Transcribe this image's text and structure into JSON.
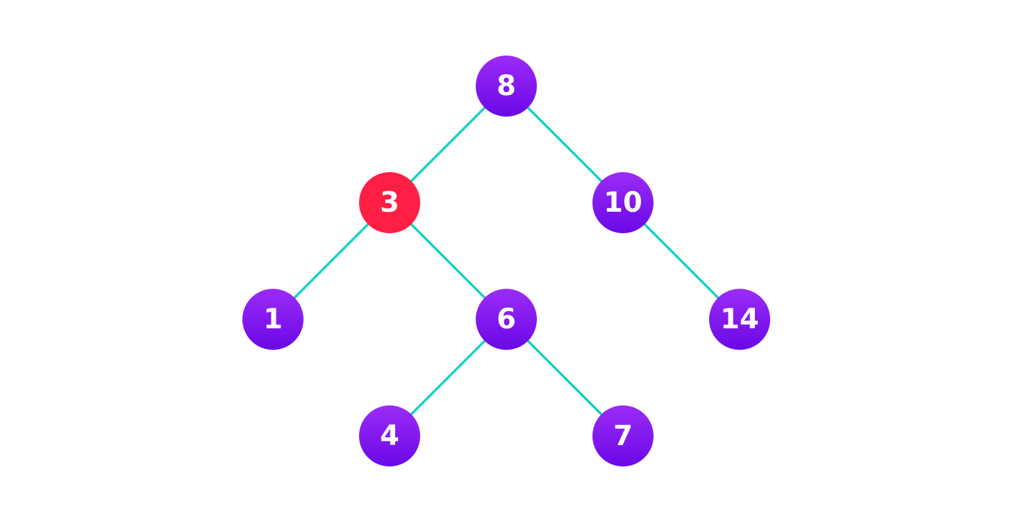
{
  "diagram": {
    "type": "binary-search-tree",
    "colors": {
      "node_default_top": "#9b2cf6",
      "node_default_bottom": "#6a08e6",
      "node_highlight": "#ff1f44",
      "edge": "#12d3c4",
      "label": "#ffffff",
      "background": "#ffffff"
    },
    "nodes": [
      {
        "id": "n8",
        "label": "8",
        "highlighted": false
      },
      {
        "id": "n3",
        "label": "3",
        "highlighted": true
      },
      {
        "id": "n10",
        "label": "10",
        "highlighted": false
      },
      {
        "id": "n1",
        "label": "1",
        "highlighted": false
      },
      {
        "id": "n6",
        "label": "6",
        "highlighted": false
      },
      {
        "id": "n14",
        "label": "14",
        "highlighted": false
      },
      {
        "id": "n4",
        "label": "4",
        "highlighted": false
      },
      {
        "id": "n7",
        "label": "7",
        "highlighted": false
      }
    ],
    "edges": [
      {
        "from": "n8",
        "to": "n3"
      },
      {
        "from": "n8",
        "to": "n10"
      },
      {
        "from": "n3",
        "to": "n1"
      },
      {
        "from": "n3",
        "to": "n6"
      },
      {
        "from": "n10",
        "to": "n14"
      },
      {
        "from": "n6",
        "to": "n4"
      },
      {
        "from": "n6",
        "to": "n7"
      }
    ]
  }
}
